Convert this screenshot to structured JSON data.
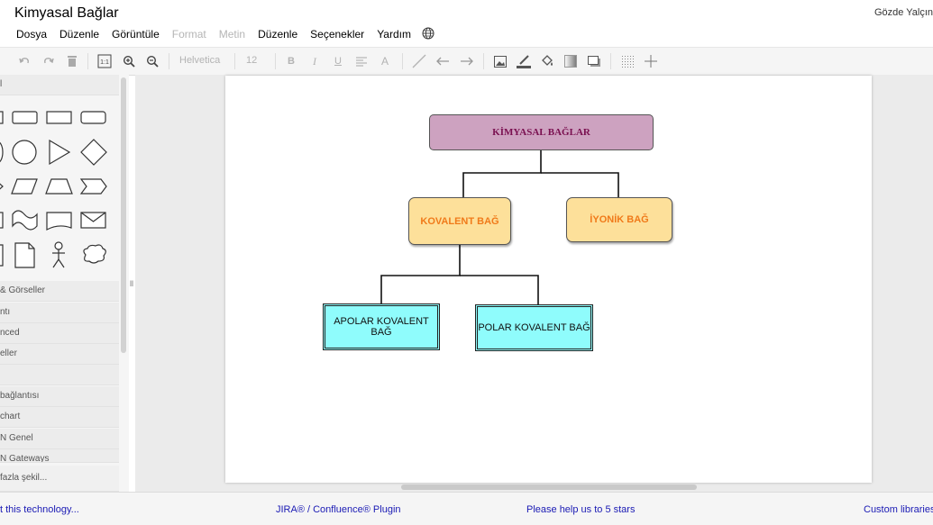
{
  "header": {
    "title": "Kimyasal Bağlar",
    "user": "Gözde Yalçın"
  },
  "menu": [
    {
      "label": "Dosya",
      "enabled": true
    },
    {
      "label": "Düzenle",
      "enabled": true
    },
    {
      "label": "Görüntüle",
      "enabled": true
    },
    {
      "label": "Format",
      "enabled": false
    },
    {
      "label": "Metin",
      "enabled": false
    },
    {
      "label": "Düzenle",
      "enabled": true
    },
    {
      "label": "Seçenekler",
      "enabled": true
    },
    {
      "label": "Yardım",
      "enabled": true
    }
  ],
  "toolbar": {
    "font": "Helvetica",
    "font_size": "12",
    "icons": [
      "undo-icon",
      "redo-icon",
      "delete-icon",
      "actual-size-icon",
      "zoom-in-icon",
      "zoom-out-icon",
      "bold-icon",
      "italic-icon",
      "underline-icon",
      "align-icon",
      "font-color-icon",
      "line-icon",
      "arrow-left-icon",
      "arrow-right-icon",
      "image-icon",
      "line-color-icon",
      "fill-color-icon",
      "gradient-icon",
      "shadow-icon",
      "grid-icon",
      "guides-icon"
    ]
  },
  "sidebar": {
    "sections": [
      "l",
      "& Görseller",
      "ntı",
      "nced",
      "eller",
      "",
      "bağlantısı",
      "chart",
      "N Genel",
      "N Gateways",
      "fazla şekil..."
    ]
  },
  "diagram": {
    "root": "KİMYASAL BAĞLAR",
    "kovalent": "KOVALENT BAĞ",
    "iyonik": "İYONİK BAĞ",
    "apolar": "APOLAR KOVALENT BAĞ",
    "polar": "POLAR KOVALENT BAĞ"
  },
  "footer": {
    "links": [
      "t this technology...",
      "JIRA® / Confluence® Plugin",
      "Please help us to 5 stars",
      "Custom libraries"
    ]
  },
  "colors": {
    "root_fill": "#cda2c0",
    "root_text": "#7a1050",
    "mid_fill": "#fde09a",
    "mid_text": "#f07a1a",
    "leaf_fill": "#8ffcfc",
    "link": "#1a1ab4"
  }
}
